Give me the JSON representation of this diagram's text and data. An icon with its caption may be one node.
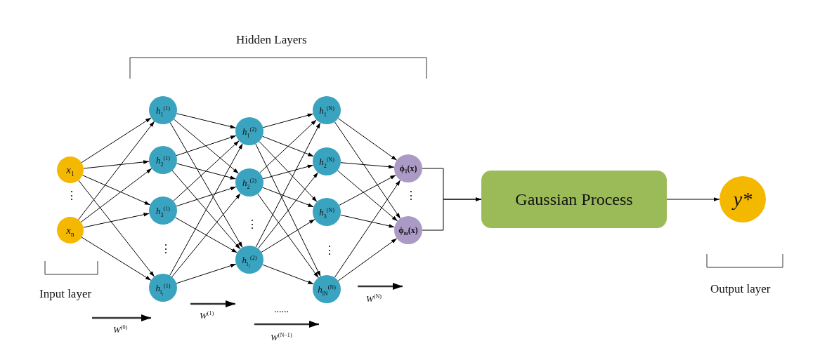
{
  "diagram": {
    "nodes": [
      {
        "text": [
          "*x*$_{1}$"
        ]
      },
      {
        "text": [
          "*x*$_{n}$"
        ]
      },
      {
        "text": [
          "*h*$_{1}$$^{(1)}$"
        ]
      },
      {
        "text": [
          "*h*$_{2}$$^{(1)}$"
        ]
      },
      {
        "text": [
          "*h*$_{3}$$^{(1)}$"
        ]
      },
      {
        "text": [
          "*h*$_{l₁}$$^{(1)}$"
        ]
      },
      {
        "text": [
          "*h*$_{1}$$^{(2)}$"
        ]
      },
      {
        "text": [
          "*h*$_{2}$$^{(2)}$"
        ]
      },
      {
        "text": [
          "*h*$_{l₂}$$^{(2)}$"
        ]
      },
      {
        "text": [
          "*h*$_{1}$$^{(N)}$"
        ]
      },
      {
        "text": [
          "*h*$_{2}$$^{(N)}$"
        ]
      },
      {
        "text": [
          "*h*$_{3}$$^{(N)}$"
        ]
      },
      {
        "text": [
          "*h*$_{lN}$$^{(N)}$"
        ]
      },
      {
        "text": [
          "ϕ$_{1}$(x)"
        ]
      },
      {
        "text": [
          "ϕ$_{m}$(x)"
        ]
      },
      {
        "text": [
          "Gaussian Process"
        ]
      },
      {
        "text": [
          "y*"
        ]
      }
    ],
    "edges": [
      {
        "from": 0,
        "to": 2,
        "arrow": "to"
      },
      {
        "from": 0,
        "to": 3,
        "arrow": "to"
      },
      {
        "from": 0,
        "to": 4,
        "arrow": "to"
      },
      {
        "from": 0,
        "to": 5,
        "arrow": "to"
      },
      {
        "from": 1,
        "to": 2,
        "arrow": "to"
      },
      {
        "from": 1,
        "to": 3,
        "arrow": "to"
      },
      {
        "from": 1,
        "to": 4,
        "arrow": "to"
      },
      {
        "from": 1,
        "to": 5,
        "arrow": "to"
      },
      {
        "from": 2,
        "to": 6,
        "arrow": "to"
      },
      {
        "from": 2,
        "to": 7,
        "arrow": "to"
      },
      {
        "from": 2,
        "to": 8,
        "arrow": "to"
      },
      {
        "from": 3,
        "to": 6,
        "arrow": "to"
      },
      {
        "from": 3,
        "to": 7,
        "arrow": "to"
      },
      {
        "from": 3,
        "to": 8,
        "arrow": "to"
      },
      {
        "from": 4,
        "to": 6,
        "arrow": "to"
      },
      {
        "from": 4,
        "to": 7,
        "arrow": "to"
      },
      {
        "from": 4,
        "to": 8,
        "arrow": "to"
      },
      {
        "from": 5,
        "to": 6,
        "arrow": "to"
      },
      {
        "from": 5,
        "to": 7,
        "arrow": "to"
      },
      {
        "from": 5,
        "to": 8,
        "arrow": "to"
      },
      {
        "from": 6,
        "to": 9,
        "arrow": "to"
      },
      {
        "from": 6,
        "to": 10,
        "arrow": "to"
      },
      {
        "from": 6,
        "to": 11,
        "arrow": "to"
      },
      {
        "from": 6,
        "to": 12,
        "arrow": "to"
      },
      {
        "from": 7,
        "to": 9,
        "arrow": "to"
      },
      {
        "from": 7,
        "to": 10,
        "arrow": "to"
      },
      {
        "from": 7,
        "to": 11,
        "arrow": "to"
      },
      {
        "from": 7,
        "to": 12,
        "arrow": "to"
      },
      {
        "from": 8,
        "to": 9,
        "arrow": "to"
      },
      {
        "from": 8,
        "to": 10,
        "arrow": "to"
      },
      {
        "from": 8,
        "to": 11,
        "arrow": "to"
      },
      {
        "from": 8,
        "to": 12,
        "arrow": "to"
      },
      {
        "from": 9,
        "to": 13,
        "arrow": "to"
      },
      {
        "from": 9,
        "to": 14,
        "arrow": "to"
      },
      {
        "from": 10,
        "to": 13,
        "arrow": "to"
      },
      {
        "from": 10,
        "to": 14,
        "arrow": "to"
      },
      {
        "from": 11,
        "to": 13,
        "arrow": "to"
      },
      {
        "from": 11,
        "to": 14,
        "arrow": "to"
      },
      {
        "from": 12,
        "to": 13,
        "arrow": "to"
      },
      {
        "from": 12,
        "to": 14,
        "arrow": "to"
      },
      {
        "from": 13,
        "to": 15,
        "arrow": "to"
      },
      {
        "from": 14,
        "to": 15,
        "arrow": "to"
      },
      {
        "from": 15,
        "to": 16,
        "arrow": "to"
      }
    ],
    "labels": [
      "Hidden Layers",
      "⋮",
      "⋮",
      "⋮",
      "⋮",
      "⋮",
      "Input layer",
      "Output layer",
      "*W*$^{(N)}$",
      "*W*$^{(1)}$",
      "*W*$^{(0)}$",
      "......",
      "*W*$^{(N−1)}$"
    ]
  }
}
